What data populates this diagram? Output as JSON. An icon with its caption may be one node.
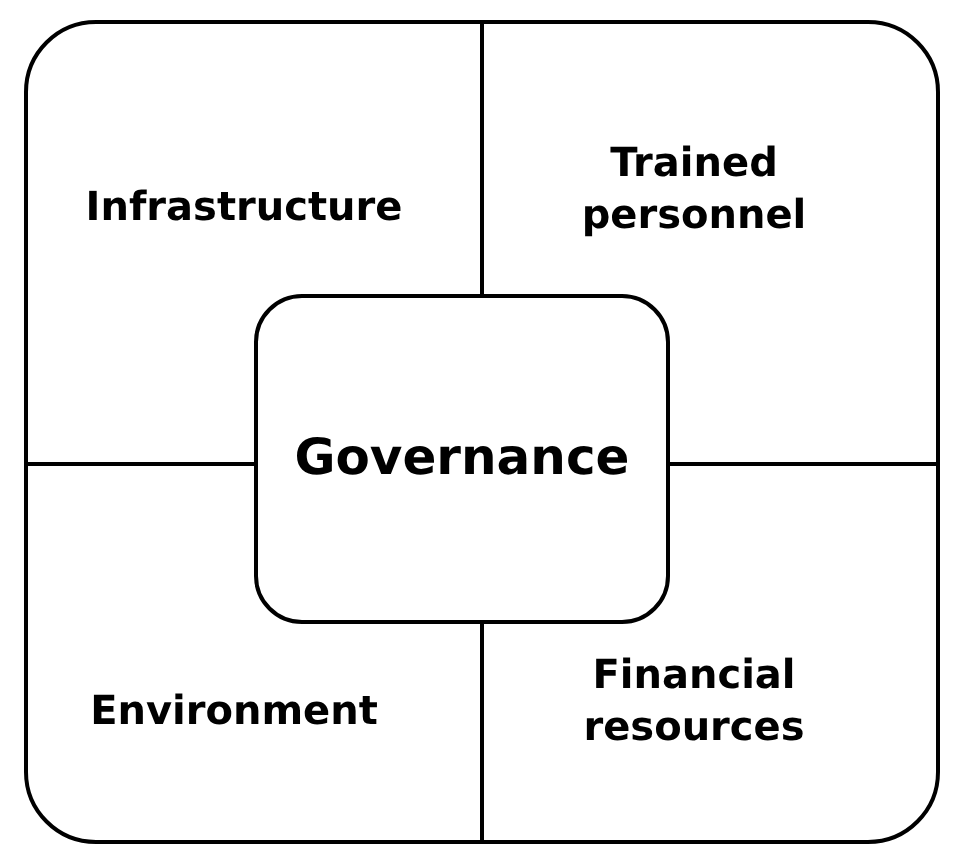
{
  "diagram": {
    "nodes": [
      {
        "text": [],
        "shape": "box"
      },
      {
        "text": [
          "Infrastructure"
        ],
        "in": 0
      },
      {
        "text": [
          "Trained personnel"
        ],
        "in": 0
      },
      {
        "text": [
          "Governance"
        ],
        "in": 0
      },
      {
        "text": [
          "Environment"
        ],
        "in": 0
      },
      {
        "text": [
          "Financial resources"
        ],
        "in": 0
      }
    ],
    "edges": []
  }
}
